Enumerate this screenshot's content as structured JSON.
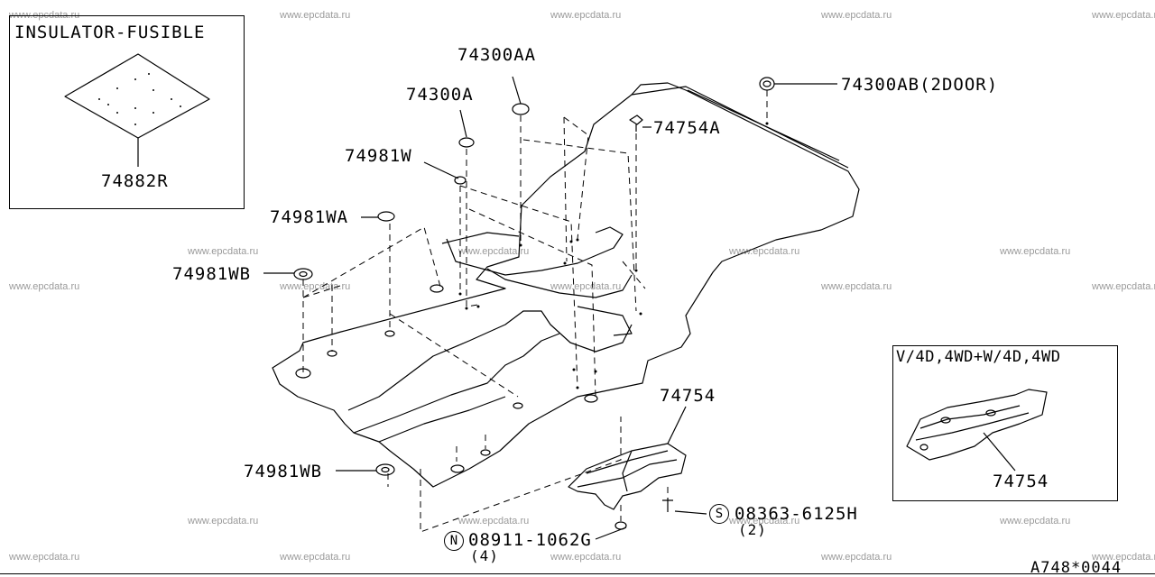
{
  "watermark": "www.epcdata.ru",
  "inset_fusible": {
    "title": "INSULATOR-FUSIBLE",
    "part": "74882R"
  },
  "inset_4wd": {
    "title": "V/4D,4WD+W/4D,4WD",
    "part": "74754"
  },
  "callouts": {
    "p74300AA": "74300AA",
    "p74300AB": "74300AB(2DOOR)",
    "p74300A": "74300A",
    "p74754A": "74754A",
    "p74981W": "74981W",
    "p74981WA": "74981WA",
    "p74981WB_top": "74981WB",
    "p74981WB_bottom": "74981WB",
    "p74754": "74754",
    "s_part": "08363-6125H",
    "s_qty": "(2)",
    "n_part": "08911-1062G",
    "n_qty": "(4)",
    "s_symbol": "S",
    "n_symbol": "N"
  },
  "drawing_code": "A748*0044"
}
